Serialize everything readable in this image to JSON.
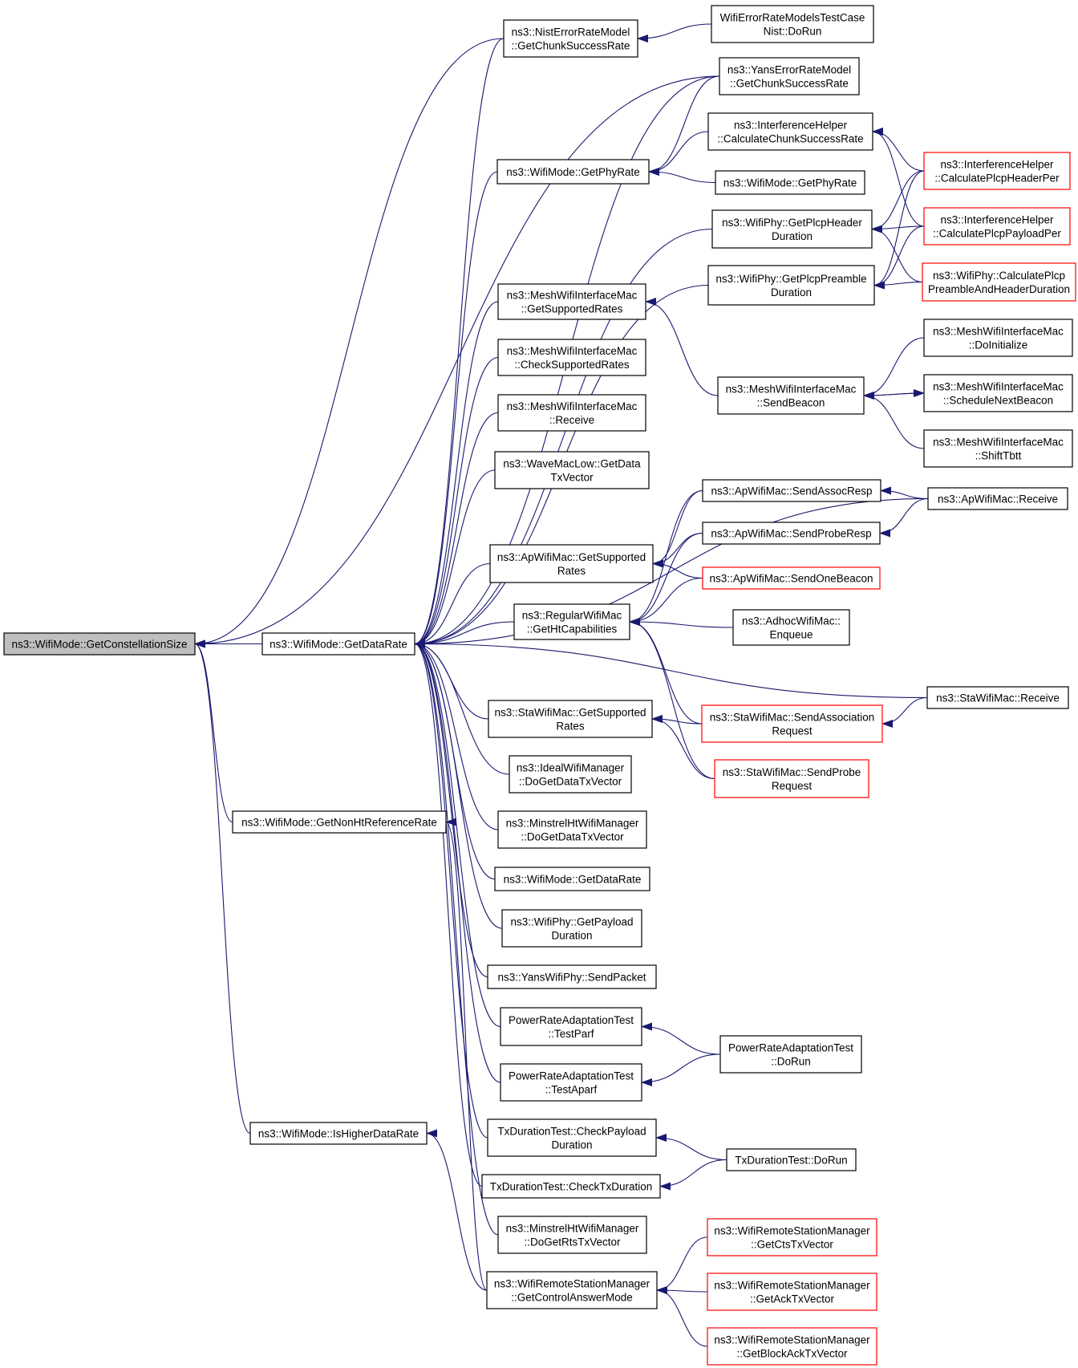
{
  "graph": {
    "root": "n_root",
    "colors": {
      "edge": "#191970",
      "border": "#000000",
      "border_red": "#ff0000",
      "root_fill": "#bfbfbf"
    },
    "nodes": [
      {
        "id": "n_root",
        "lines": [
          "ns3::WifiMode::GetConstellationSize"
        ],
        "style": "root"
      },
      {
        "id": "n_gdr",
        "lines": [
          "ns3::WifiMode::GetDataRate"
        ]
      },
      {
        "id": "n_gnht",
        "lines": [
          "ns3::WifiMode::GetNonHtReferenceRate"
        ]
      },
      {
        "id": "n_ihdr",
        "lines": [
          "ns3::WifiMode::IsHigherDataRate"
        ]
      },
      {
        "id": "n_nist",
        "lines": [
          "ns3::NistErrorRateModel",
          "::GetChunkSuccessRate"
        ]
      },
      {
        "id": "n_wernt",
        "lines": [
          "WifiErrorRateModelsTestCase",
          "Nist::DoRun"
        ]
      },
      {
        "id": "n_yans",
        "lines": [
          "ns3::YansErrorRateModel",
          "::GetChunkSuccessRate"
        ]
      },
      {
        "id": "n_ihccs",
        "lines": [
          "ns3::InterferenceHelper",
          "::CalculateChunkSuccessRate"
        ]
      },
      {
        "id": "n_gpr",
        "lines": [
          "ns3::WifiMode::GetPhyRate"
        ]
      },
      {
        "id": "n_gpr2",
        "lines": [
          "ns3::WifiMode::GetPhyRate"
        ]
      },
      {
        "id": "n_ihcph",
        "lines": [
          "ns3::InterferenceHelper",
          "::CalculatePlcpHeaderPer"
        ],
        "style": "red"
      },
      {
        "id": "n_ihcpp",
        "lines": [
          "ns3::InterferenceHelper",
          "::CalculatePlcpPayloadPer"
        ],
        "style": "red"
      },
      {
        "id": "n_gphd",
        "lines": [
          "ns3::WifiPhy::GetPlcpHeader",
          "Duration"
        ]
      },
      {
        "id": "n_gppd",
        "lines": [
          "ns3::WifiPhy::GetPlcpPreamble",
          "Duration"
        ]
      },
      {
        "id": "n_cpph",
        "lines": [
          "ns3::WifiPhy::CalculatePlcp",
          "PreambleAndHeaderDuration"
        ],
        "style": "red"
      },
      {
        "id": "n_mgsr",
        "lines": [
          "ns3::MeshWifiInterfaceMac",
          "::GetSupportedRates"
        ]
      },
      {
        "id": "n_mcsr",
        "lines": [
          "ns3::MeshWifiInterfaceMac",
          "::CheckSupportedRates"
        ]
      },
      {
        "id": "n_mrecv",
        "lines": [
          "ns3::MeshWifiInterfaceMac",
          "::Receive"
        ]
      },
      {
        "id": "n_msb",
        "lines": [
          "ns3::MeshWifiInterfaceMac",
          "::SendBeacon"
        ]
      },
      {
        "id": "n_mdoi",
        "lines": [
          "ns3::MeshWifiInterfaceMac",
          "::DoInitialize"
        ]
      },
      {
        "id": "n_msnb",
        "lines": [
          "ns3::MeshWifiInterfaceMac",
          "::ScheduleNextBeacon"
        ]
      },
      {
        "id": "n_mst",
        "lines": [
          "ns3::MeshWifiInterfaceMac",
          "::ShiftTbtt"
        ]
      },
      {
        "id": "n_wave",
        "lines": [
          "ns3::WaveMacLow::GetData",
          "TxVector"
        ]
      },
      {
        "id": "n_apsar",
        "lines": [
          "ns3::ApWifiMac::SendAssocResp"
        ]
      },
      {
        "id": "n_aprecv",
        "lines": [
          "ns3::ApWifiMac::Receive"
        ]
      },
      {
        "id": "n_apspr",
        "lines": [
          "ns3::ApWifiMac::SendProbeResp"
        ]
      },
      {
        "id": "n_apgsr",
        "lines": [
          "ns3::ApWifiMac::GetSupported",
          "Rates"
        ]
      },
      {
        "id": "n_apsob",
        "lines": [
          "ns3::ApWifiMac::SendOneBeacon"
        ],
        "style": "red"
      },
      {
        "id": "n_rwmh",
        "lines": [
          "ns3::RegularWifiMac",
          "::GetHtCapabilities"
        ]
      },
      {
        "id": "n_adhoc",
        "lines": [
          "ns3::AdhocWifiMac::",
          "Enqueue"
        ]
      },
      {
        "id": "n_starecv",
        "lines": [
          "ns3::StaWifiMac::Receive"
        ]
      },
      {
        "id": "n_stagsr",
        "lines": [
          "ns3::StaWifiMac::GetSupported",
          "Rates"
        ]
      },
      {
        "id": "n_stasar",
        "lines": [
          "ns3::StaWifiMac::SendAssociation",
          "Request"
        ],
        "style": "red"
      },
      {
        "id": "n_staspr",
        "lines": [
          "ns3::StaWifiMac::SendProbe",
          "Request"
        ],
        "style": "red"
      },
      {
        "id": "n_ideal",
        "lines": [
          "ns3::IdealWifiManager",
          "::DoGetDataTxVector"
        ]
      },
      {
        "id": "n_mhtd",
        "lines": [
          "ns3::MinstrelHtWifiManager",
          "::DoGetDataTxVector"
        ]
      },
      {
        "id": "n_gdr2",
        "lines": [
          "ns3::WifiMode::GetDataRate"
        ]
      },
      {
        "id": "n_gpd",
        "lines": [
          "ns3::WifiPhy::GetPayload",
          "Duration"
        ]
      },
      {
        "id": "n_ysp",
        "lines": [
          "ns3::YansWifiPhy::SendPacket"
        ]
      },
      {
        "id": "n_prtp",
        "lines": [
          "PowerRateAdaptationTest",
          "::TestParf"
        ]
      },
      {
        "id": "n_prtdr",
        "lines": [
          "PowerRateAdaptationTest",
          "::DoRun"
        ]
      },
      {
        "id": "n_prta",
        "lines": [
          "PowerRateAdaptationTest",
          "::TestAparf"
        ]
      },
      {
        "id": "n_tdcp",
        "lines": [
          "TxDurationTest::CheckPayload",
          "Duration"
        ]
      },
      {
        "id": "n_tddr",
        "lines": [
          "TxDurationTest::DoRun"
        ]
      },
      {
        "id": "n_tdct",
        "lines": [
          "TxDurationTest::CheckTxDuration"
        ]
      },
      {
        "id": "n_mhtr",
        "lines": [
          "ns3::MinstrelHtWifiManager",
          "::DoGetRtsTxVector"
        ]
      },
      {
        "id": "n_wrsc",
        "lines": [
          "ns3::WifiRemoteStationManager",
          "::GetControlAnswerMode"
        ]
      },
      {
        "id": "n_wrscts",
        "lines": [
          "ns3::WifiRemoteStationManager",
          "::GetCtsTxVector"
        ],
        "style": "red"
      },
      {
        "id": "n_wrsack",
        "lines": [
          "ns3::WifiRemoteStationManager",
          "::GetAckTxVector"
        ],
        "style": "red"
      },
      {
        "id": "n_wrsblk",
        "lines": [
          "ns3::WifiRemoteStationManager",
          "::GetBlockAckTxVector"
        ],
        "style": "red"
      }
    ],
    "edges": [
      [
        "n_gdr",
        "n_root"
      ],
      [
        "n_gnht",
        "n_root"
      ],
      [
        "n_ihdr",
        "n_root"
      ],
      [
        "n_nist",
        "n_root"
      ],
      [
        "n_yans",
        "n_root"
      ],
      [
        "n_wernt",
        "n_nist"
      ],
      [
        "n_nist",
        "n_gdr"
      ],
      [
        "n_yans",
        "n_gdr"
      ],
      [
        "n_gpr",
        "n_gdr"
      ],
      [
        "n_gphd",
        "n_gdr"
      ],
      [
        "n_gppd",
        "n_gdr"
      ],
      [
        "n_mgsr",
        "n_gdr"
      ],
      [
        "n_mcsr",
        "n_gdr"
      ],
      [
        "n_mrecv",
        "n_gdr"
      ],
      [
        "n_wave",
        "n_gdr"
      ],
      [
        "n_aprecv",
        "n_gdr"
      ],
      [
        "n_apgsr",
        "n_gdr"
      ],
      [
        "n_rwmh",
        "n_gdr"
      ],
      [
        "n_starecv",
        "n_gdr"
      ],
      [
        "n_stagsr",
        "n_gdr"
      ],
      [
        "n_ideal",
        "n_gdr"
      ],
      [
        "n_mhtd",
        "n_gdr"
      ],
      [
        "n_gdr2",
        "n_gdr"
      ],
      [
        "n_gpd",
        "n_gdr"
      ],
      [
        "n_ysp",
        "n_gdr"
      ],
      [
        "n_prtp",
        "n_gdr"
      ],
      [
        "n_prta",
        "n_gdr"
      ],
      [
        "n_tdcp",
        "n_gdr"
      ],
      [
        "n_tdct",
        "n_gdr"
      ],
      [
        "n_mhtr",
        "n_gdr"
      ],
      [
        "n_yans",
        "n_gpr"
      ],
      [
        "n_ihccs",
        "n_gpr"
      ],
      [
        "n_gpr2",
        "n_gpr"
      ],
      [
        "n_ihcph",
        "n_ihccs"
      ],
      [
        "n_ihcpp",
        "n_ihccs"
      ],
      [
        "n_ihcph",
        "n_gphd"
      ],
      [
        "n_ihcpp",
        "n_gphd"
      ],
      [
        "n_cpph",
        "n_gphd"
      ],
      [
        "n_ihcph",
        "n_gppd"
      ],
      [
        "n_ihcpp",
        "n_gppd"
      ],
      [
        "n_cpph",
        "n_gppd"
      ],
      [
        "n_msb",
        "n_mgsr"
      ],
      [
        "n_mdoi",
        "n_msb"
      ],
      [
        "n_msnb",
        "n_msb"
      ],
      [
        "n_mst",
        "n_msb"
      ],
      [
        "n_msb",
        "n_msnb"
      ],
      [
        "n_apsar",
        "n_apgsr"
      ],
      [
        "n_apspr",
        "n_apgsr"
      ],
      [
        "n_apsob",
        "n_apgsr"
      ],
      [
        "n_aprecv",
        "n_apsar"
      ],
      [
        "n_aprecv",
        "n_apspr"
      ],
      [
        "n_apsar",
        "n_rwmh"
      ],
      [
        "n_apspr",
        "n_rwmh"
      ],
      [
        "n_apsob",
        "n_rwmh"
      ],
      [
        "n_adhoc",
        "n_rwmh"
      ],
      [
        "n_stasar",
        "n_rwmh"
      ],
      [
        "n_staspr",
        "n_rwmh"
      ],
      [
        "n_stasar",
        "n_stagsr"
      ],
      [
        "n_staspr",
        "n_stagsr"
      ],
      [
        "n_starecv",
        "n_stasar"
      ],
      [
        "n_prtdr",
        "n_prtp"
      ],
      [
        "n_prtdr",
        "n_prta"
      ],
      [
        "n_tddr",
        "n_tdcp"
      ],
      [
        "n_tddr",
        "n_tdct"
      ],
      [
        "n_wrsc",
        "n_gnht"
      ],
      [
        "n_wrsc",
        "n_ihdr"
      ],
      [
        "n_wrscts",
        "n_wrsc"
      ],
      [
        "n_wrsack",
        "n_wrsc"
      ],
      [
        "n_wrsblk",
        "n_wrsc"
      ]
    ]
  }
}
